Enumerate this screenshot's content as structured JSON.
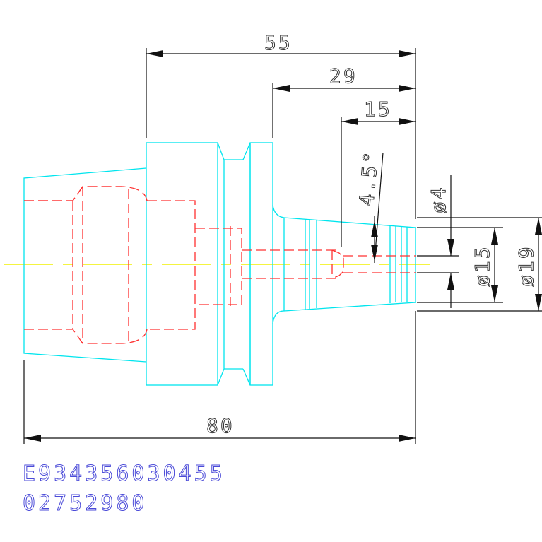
{
  "dimensions": {
    "overall_length": "80",
    "flange_to_end": "55",
    "neck_to_end": "29",
    "bore_depth": "15",
    "taper_angle": "4.5°",
    "bore_diameter": "ø4",
    "inner_diameter": "ø15",
    "outer_diameter": "ø19"
  },
  "part_info": {
    "code_line_1": "E934356030455",
    "code_line_2": "02752980"
  },
  "colors": {
    "outline": "#00e5ee",
    "hidden": "#ff3030",
    "centerline": "#f0f000",
    "dimension": "#111111",
    "text": "#4a4ad8"
  }
}
